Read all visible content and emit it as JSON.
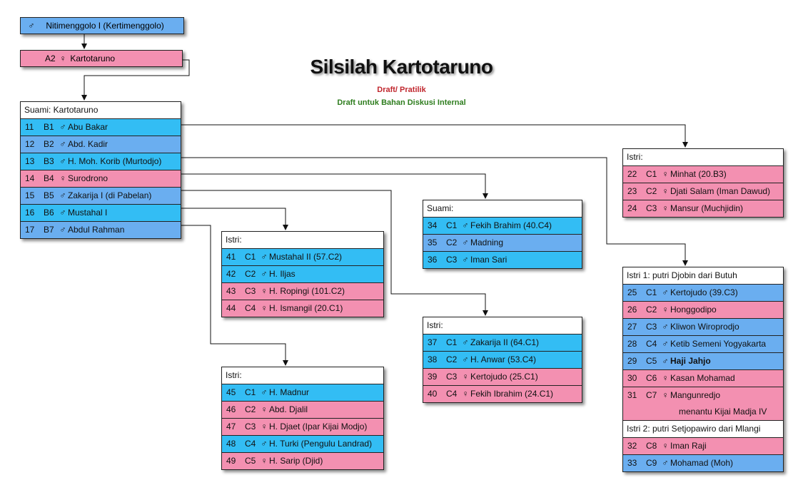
{
  "title": "Silsilah Kartotaruno",
  "subtitle_1": "Draft/ Pratilik",
  "subtitle_2": "Draft untuk Bahan Diskusi Internal",
  "colors": {
    "male": "#33bdf4",
    "male_alt": "#6aaef0",
    "female": "#f390b1"
  },
  "root": {
    "symbol": "♂",
    "name": "Nitimenggolo I (Kertimenggolo)"
  },
  "a2": {
    "code": "A2",
    "symbol": "♀",
    "name": "Kartotaruno"
  },
  "main": {
    "header": "Suami: Kartotaruno",
    "rows": [
      {
        "num": "11",
        "code": "B1",
        "symbol": "♂",
        "name": "Abu Bakar"
      },
      {
        "num": "12",
        "code": "B2",
        "symbol": "♂",
        "name": "Abd. Kadir"
      },
      {
        "num": "13",
        "code": "B3",
        "symbol": "♂",
        "name": "H. Moh. Korib (Murtodjo)"
      },
      {
        "num": "14",
        "code": "B4",
        "symbol": "♀",
        "name": "Surodrono"
      },
      {
        "num": "15",
        "code": "B5",
        "symbol": "♂",
        "name": "Zakarija I (di Pabelan)"
      },
      {
        "num": "16",
        "code": "B6",
        "symbol": "♂",
        "name": "Mustahal I"
      },
      {
        "num": "17",
        "code": "B7",
        "symbol": "♂",
        "name": "Abdul Rahman"
      }
    ]
  },
  "b6_family": {
    "header": "Istri:",
    "rows": [
      {
        "num": "41",
        "code": "C1",
        "symbol": "♂",
        "name": "Mustahal II (57.C2)"
      },
      {
        "num": "42",
        "code": "C2",
        "symbol": "♂",
        "name": "H. Iljas"
      },
      {
        "num": "43",
        "code": "C3",
        "symbol": "♀",
        "name": "H. Ropingi (101.C2)"
      },
      {
        "num": "44",
        "code": "C4",
        "symbol": "♀",
        "name": "H. Ismangil (20.C1)"
      }
    ]
  },
  "b7_family": {
    "header": "Istri:",
    "rows": [
      {
        "num": "45",
        "code": "C1",
        "symbol": "♂",
        "name": "H. Madnur"
      },
      {
        "num": "46",
        "code": "C2",
        "symbol": "♀",
        "name": "Abd. Djalil"
      },
      {
        "num": "47",
        "code": "C3",
        "symbol": "♀",
        "name": "H. Djaet (Ipar Kijai Modjo)"
      },
      {
        "num": "48",
        "code": "C4",
        "symbol": "♂",
        "name": "H. Turki (Pengulu Landrad)"
      },
      {
        "num": "49",
        "code": "C5",
        "symbol": "♀",
        "name": "H. Sarip (Djid)"
      }
    ]
  },
  "b4_family": {
    "header": "Suami:",
    "rows": [
      {
        "num": "34",
        "code": "C1",
        "symbol": "♂",
        "name": "Fekih Brahim  (40.C4)"
      },
      {
        "num": "35",
        "code": "C2",
        "symbol": "♂",
        "name": "Madning"
      },
      {
        "num": "36",
        "code": "C3",
        "symbol": "♂",
        "name": "Iman Sari"
      }
    ]
  },
  "b5_family": {
    "header": "Istri:",
    "rows": [
      {
        "num": "37",
        "code": "C1",
        "symbol": "♂",
        "name": "Zakarija II (64.C1)"
      },
      {
        "num": "38",
        "code": "C2",
        "symbol": "♂",
        "name": "H. Anwar (53.C4)"
      },
      {
        "num": "39",
        "code": "C3",
        "symbol": "♀",
        "name": "Kertojudo (25.C1)"
      },
      {
        "num": "40",
        "code": "C4",
        "symbol": "♀",
        "name": "Fekih Ibrahim (24.C1)"
      }
    ]
  },
  "b1_family": {
    "header": "Istri:",
    "rows": [
      {
        "num": "22",
        "code": "C1",
        "symbol": "♀",
        "name": "Minhat (20.B3)"
      },
      {
        "num": "23",
        "code": "C2",
        "symbol": "♀",
        "name": "Djati Salam (Iman Dawud)"
      },
      {
        "num": "24",
        "code": "C3",
        "symbol": "♀",
        "name": "Mansur (Muchjidin)"
      }
    ]
  },
  "b3_family": {
    "header1": "Istri 1: putri Djobin dari Butuh",
    "rows1": [
      {
        "num": "25",
        "code": "C1",
        "symbol": "♂",
        "name": "Kertojudo (39.C3)"
      },
      {
        "num": "26",
        "code": "C2",
        "symbol": "♀",
        "name": "Honggodipo"
      },
      {
        "num": "27",
        "code": "C3",
        "symbol": "♂",
        "name": "Kliwon Wiroprodjo"
      },
      {
        "num": "28",
        "code": "C4",
        "symbol": "♂",
        "name": "Ketib Semeni Yogyakarta"
      },
      {
        "num": "29",
        "code": "C5",
        "symbol": "♂",
        "name": "Haji Jahjo"
      },
      {
        "num": "30",
        "code": "C6",
        "symbol": "♀",
        "name": "Kasan Mohamad"
      },
      {
        "num": "31",
        "code": "C7",
        "symbol": "♀",
        "name": "Mangunredjo"
      }
    ],
    "row31_note": "menantu Kijai Madja IV",
    "header2": "Istri 2: putri Setjopawiro dari Mlangi",
    "rows2": [
      {
        "num": "32",
        "code": "C8",
        "symbol": "♀",
        "name": "Iman Raji"
      },
      {
        "num": "33",
        "code": "C9",
        "symbol": "♂",
        "name": "Mohamad (Moh)"
      }
    ]
  }
}
